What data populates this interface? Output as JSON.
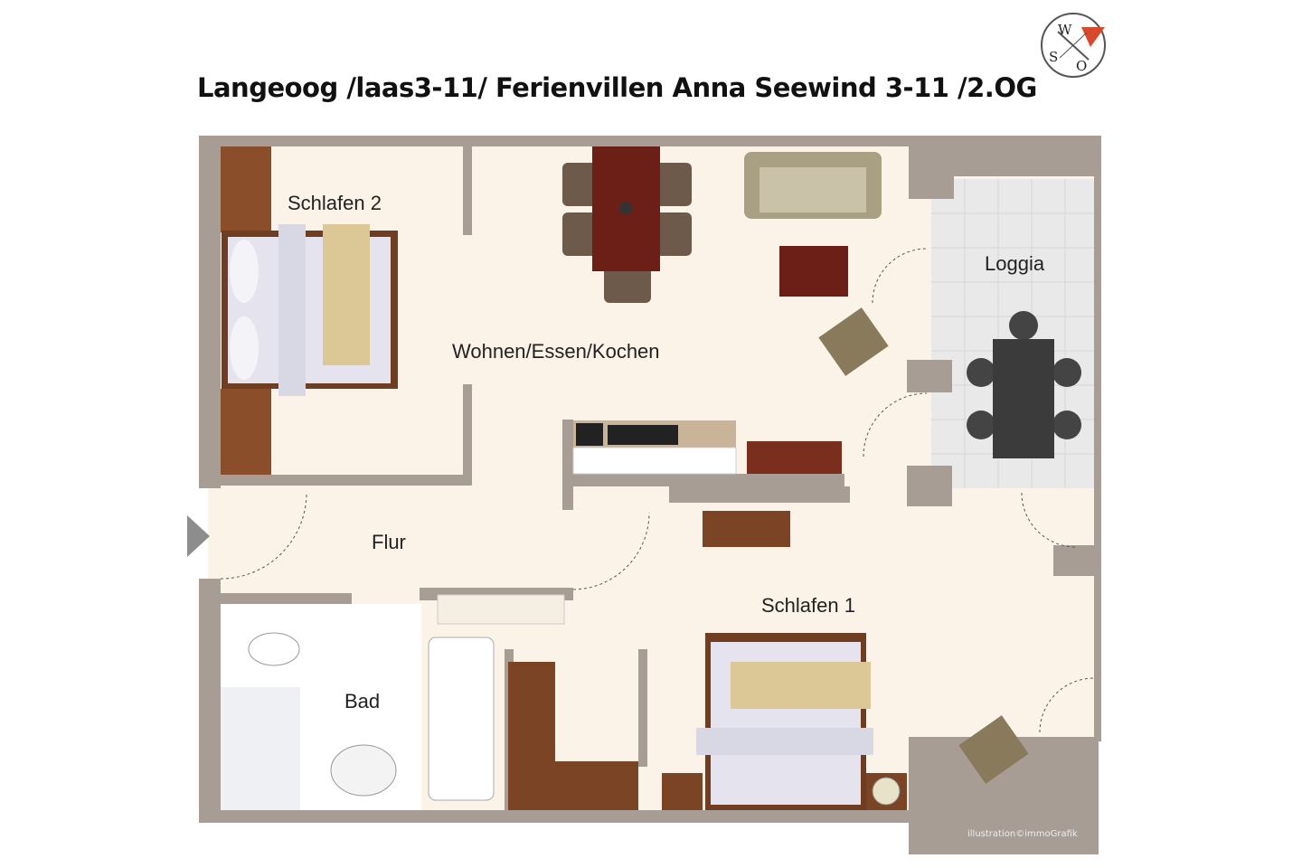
{
  "title": "Langeoog /laas3-11/ Ferienvillen Anna Seewind 3-11 /2.OG",
  "compass": {
    "icon": "compass-icon",
    "letters": [
      "W",
      "S",
      "O"
    ],
    "accent": "#d9482b"
  },
  "rooms": {
    "schlafen2": "Schlafen 2",
    "wohnen": "Wohnen/Essen/Kochen",
    "loggia": "Loggia",
    "flur": "Flur",
    "schlafen1": "Schlafen 1",
    "bad": "Bad"
  },
  "watermark": "illustration©immoGrafik",
  "colors": {
    "wall": "#a79d94",
    "floor": "#fbf2e8",
    "wood": "#7b4424"
  }
}
